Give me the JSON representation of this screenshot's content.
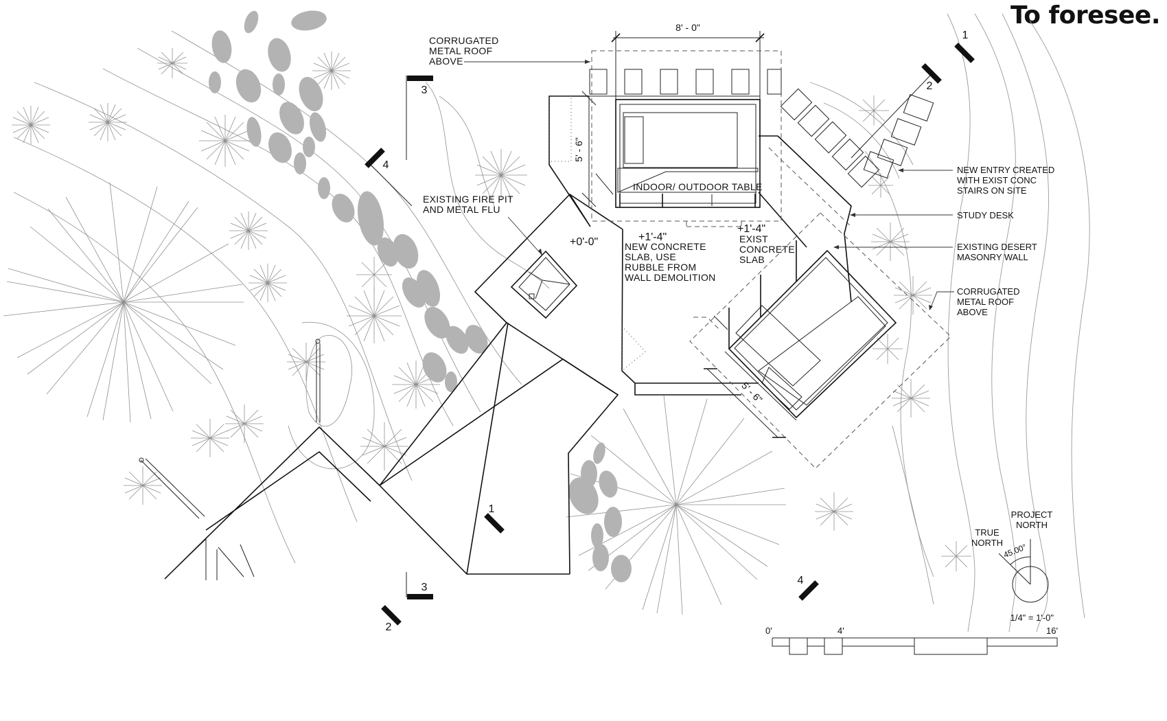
{
  "brand": "To foresee.",
  "labels": {
    "roof_top": [
      "CORRUGATED",
      "METAL ROOF",
      "ABOVE"
    ],
    "fire_pit": [
      "EXISTING FIRE PIT",
      "AND METAL FLU"
    ],
    "table": "INDOOR/ OUTDOOR TABLE",
    "new_slab": [
      "NEW CONCRETE",
      "SLAB, USE",
      "RUBBLE FROM",
      "WALL DEMOLITION"
    ],
    "exist_slab": [
      "EXIST",
      "CONCRETE",
      "SLAB"
    ],
    "new_entry": [
      "NEW ENTRY CREATED",
      "WITH EXIST CONC",
      "STAIRS ON SITE"
    ],
    "study_desk": "STUDY DESK",
    "masonry_wall": [
      "EXISTING DESERT",
      "MASONRY WALL"
    ],
    "roof_right": [
      "CORRUGATED",
      "METAL ROOF",
      "ABOVE"
    ],
    "project_north": [
      "PROJECT",
      "NORTH"
    ],
    "true_north": [
      "TRUE",
      "NORTH"
    ]
  },
  "levels": {
    "ground": "+0'-0\"",
    "new_slab": "+1'-4\"",
    "exist_slab": "+1'-4\""
  },
  "dimensions": {
    "top_width": "8' - 0\"",
    "left_depth": "5' - 6\"",
    "right_depth": "5' - 6\""
  },
  "sections": {
    "s1": "1",
    "s2": "2",
    "s3": "3",
    "s4": "4"
  },
  "north": {
    "angle": "45.00°"
  },
  "scale": {
    "ratio": "1/4\" = 1'-0\"",
    "ticks": [
      "0'",
      "4'",
      "16'"
    ]
  }
}
